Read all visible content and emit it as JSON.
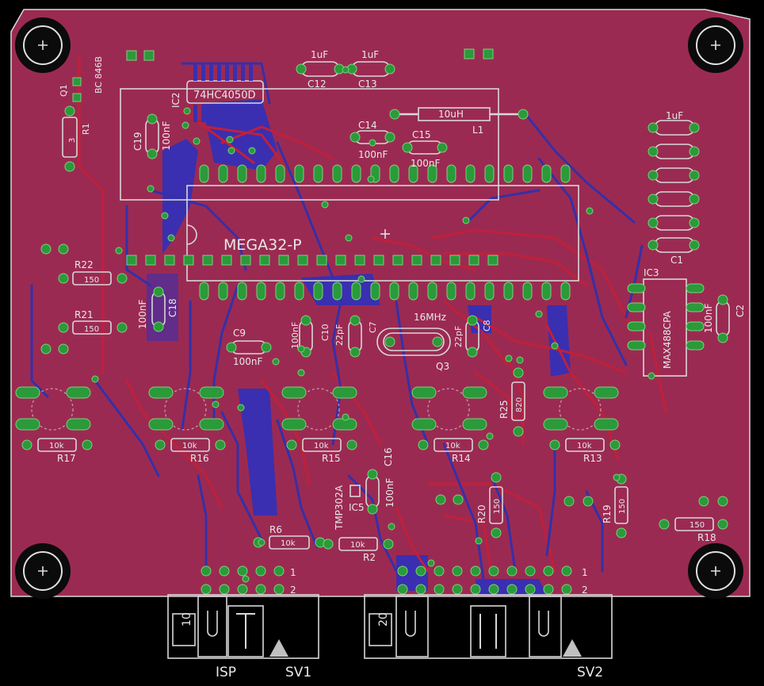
{
  "board": {
    "colors": {
      "board": "#9b2a52",
      "top_copper": "#c0203a",
      "bottom_copper": "#3a2fb0",
      "pad": "#2a9a3a",
      "silk": "#d8d8d8",
      "background": "#000000"
    }
  },
  "chips": {
    "mcu": {
      "name": "MEGA32-P"
    },
    "ic2": {
      "ref": "IC2",
      "value": "74HC4050D"
    },
    "ic3": {
      "ref": "IC3",
      "value": "MAX488CPA"
    },
    "ic5": {
      "ref": "IC5",
      "value": "TMP302A"
    }
  },
  "capacitors": [
    {
      "ref": "C12",
      "value": "1uF"
    },
    {
      "ref": "C13",
      "value": "1uF"
    },
    {
      "ref": "C14",
      "value": "100nF"
    },
    {
      "ref": "C15",
      "value": "100nF"
    },
    {
      "ref": "C19",
      "value": "100nF"
    },
    {
      "ref": "C18",
      "value": "100nF"
    },
    {
      "ref": "C9",
      "value": "100nF"
    },
    {
      "ref": "C10",
      "value": "100nF"
    },
    {
      "ref": "C7",
      "value": "22pF"
    },
    {
      "ref": "C8",
      "value": "22pF"
    },
    {
      "ref": "C2",
      "value": "100nF"
    },
    {
      "ref": "C1",
      "value": "1uF"
    },
    {
      "ref": "C16",
      "value": "100nF"
    }
  ],
  "inductor": {
    "ref": "L1",
    "value": "10uH"
  },
  "crystal": {
    "ref": "Q3",
    "value": "16MHz"
  },
  "transistor": {
    "ref": "Q1",
    "value": "BC 846B"
  },
  "resistors": [
    {
      "ref": "R1",
      "value": "3"
    },
    {
      "ref": "R22",
      "value": "150"
    },
    {
      "ref": "R21",
      "value": "150"
    },
    {
      "ref": "R17",
      "value": "10k"
    },
    {
      "ref": "R16",
      "value": "10k"
    },
    {
      "ref": "R15",
      "value": "10k"
    },
    {
      "ref": "R14",
      "value": "10k"
    },
    {
      "ref": "R13",
      "value": "10k"
    },
    {
      "ref": "R25",
      "value": "820"
    },
    {
      "ref": "R20",
      "value": "150"
    },
    {
      "ref": "R19",
      "value": "150"
    },
    {
      "ref": "R18",
      "value": "150"
    },
    {
      "ref": "R6",
      "value": "10k"
    },
    {
      "ref": "R2",
      "value": "10k"
    }
  ],
  "connectors": {
    "isp": {
      "label": "ISP",
      "pins": "10",
      "pin1": "1",
      "pin2": "2"
    },
    "sv1": {
      "label": "SV1"
    },
    "sv2": {
      "label": "SV2",
      "pins": "20",
      "pin1": "1",
      "pin2": "2"
    }
  }
}
